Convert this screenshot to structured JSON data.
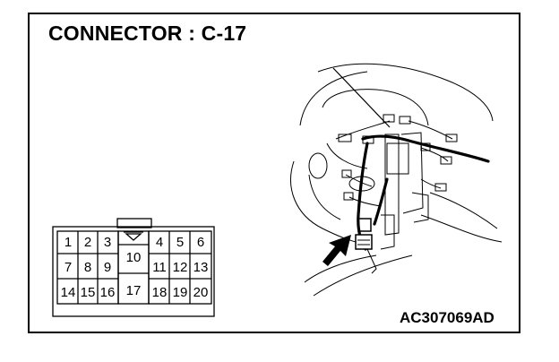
{
  "title": "CONNECTOR : C-17",
  "figure_code": "AC307069AD",
  "connector": {
    "pins": [
      "1",
      "2",
      "3",
      "4",
      "5",
      "6",
      "7",
      "8",
      "9",
      "10",
      "11",
      "12",
      "13",
      "14",
      "15",
      "16",
      "17",
      "18",
      "19",
      "20"
    ]
  }
}
